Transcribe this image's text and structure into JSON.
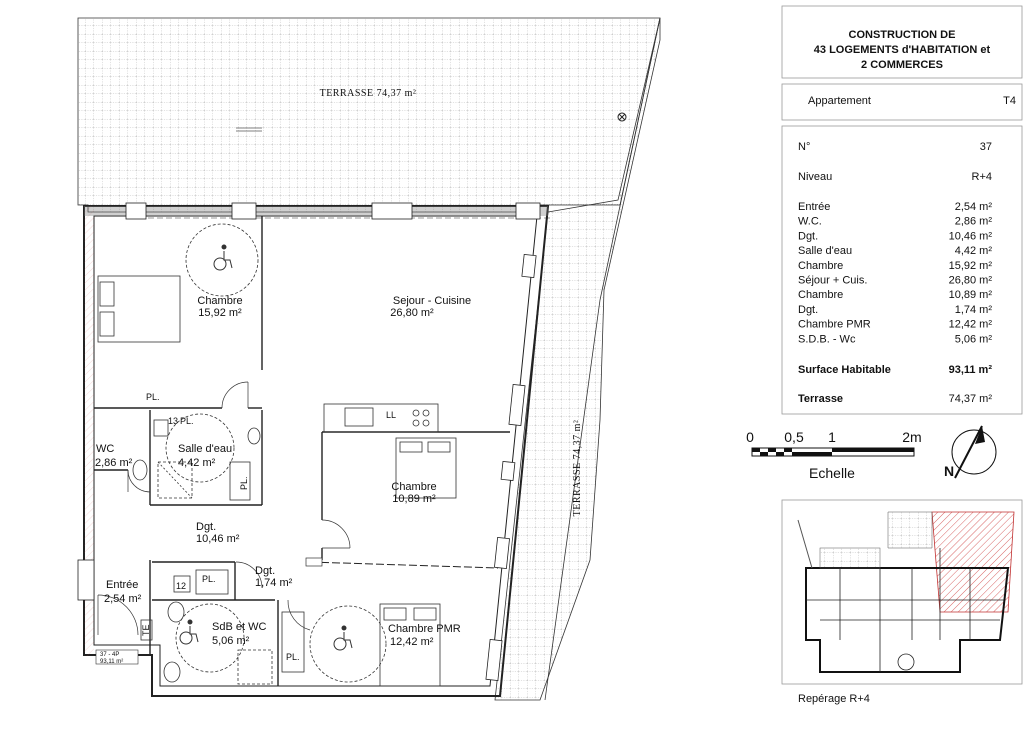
{
  "terrace_top_label": "TERRASSE  74,37 m²",
  "terrace_right_label": "TERRASSE  74,37 m²",
  "rooms": [
    {
      "id": "chambre1",
      "name": "Chambre",
      "area": "15,92 m²"
    },
    {
      "id": "sejour",
      "name": "Sejour - Cuisine",
      "area": "26,80 m²"
    },
    {
      "id": "wc",
      "name": "WC",
      "area": "2,86 m²"
    },
    {
      "id": "salle-eau",
      "name": "Salle d'eau",
      "area": "4,42 m²"
    },
    {
      "id": "chambre2",
      "name": "Chambre",
      "area": "10,89 m²"
    },
    {
      "id": "dgt1",
      "name": "Dgt.",
      "area": "10,46 m²"
    },
    {
      "id": "dgt2",
      "name": "Dgt.",
      "area": "1,74 m²"
    },
    {
      "id": "entree",
      "name": "Entrée",
      "area": "2,54 m²"
    },
    {
      "id": "sdb",
      "name": "SdB et WC",
      "area": "5,06 m²"
    },
    {
      "id": "chambre-pmr",
      "name": "Chambre PMR",
      "area": "12,42 m²"
    }
  ],
  "small_labels": {
    "pl1": "PL.",
    "pl2": "PL.",
    "pl3": "PL.",
    "pl4": "PL.",
    "pl5": "PL.",
    "n13": "13",
    "n12": "12",
    "te": "TE",
    "ll": "LL",
    "unit_tag": "37 - 4P",
    "unit_area": "93,11 m²"
  },
  "header": {
    "line1": "CONSTRUCTION DE",
    "line2": "43 LOGEMENTS d'HABITATION et",
    "line3": "2 COMMERCES"
  },
  "apartment": {
    "label": "Appartement",
    "type": "T4"
  },
  "info": {
    "number_label": "N°",
    "number_value": "37",
    "level_label": "Niveau",
    "level_value": "R+4"
  },
  "surfaces": [
    {
      "name": "Entrée",
      "value": "2,54 m²"
    },
    {
      "name": "W.C.",
      "value": "2,86 m²"
    },
    {
      "name": "Dgt.",
      "value": "10,46 m²"
    },
    {
      "name": "Salle d'eau",
      "value": "4,42 m²"
    },
    {
      "name": "Chambre",
      "value": "15,92 m²"
    },
    {
      "name": "Séjour + Cuis.",
      "value": "26,80 m²"
    },
    {
      "name": "Chambre",
      "value": "10,89 m²"
    },
    {
      "name": "Dgt.",
      "value": "1,74 m²"
    },
    {
      "name": "Chambre PMR",
      "value": "12,42 m²"
    },
    {
      "name": "S.D.B. - Wc",
      "value": "5,06 m²"
    }
  ],
  "totals": {
    "habitable_label": "Surface Habitable",
    "habitable_value": "93,11 m²",
    "terrasse_label": "Terrasse",
    "terrasse_value": "74,37 m²"
  },
  "scale": {
    "ticks": [
      "0",
      "0,5",
      "1",
      "2m"
    ],
    "caption": "Echelle"
  },
  "north_label": "N",
  "locator_caption": "Repérage R+4"
}
